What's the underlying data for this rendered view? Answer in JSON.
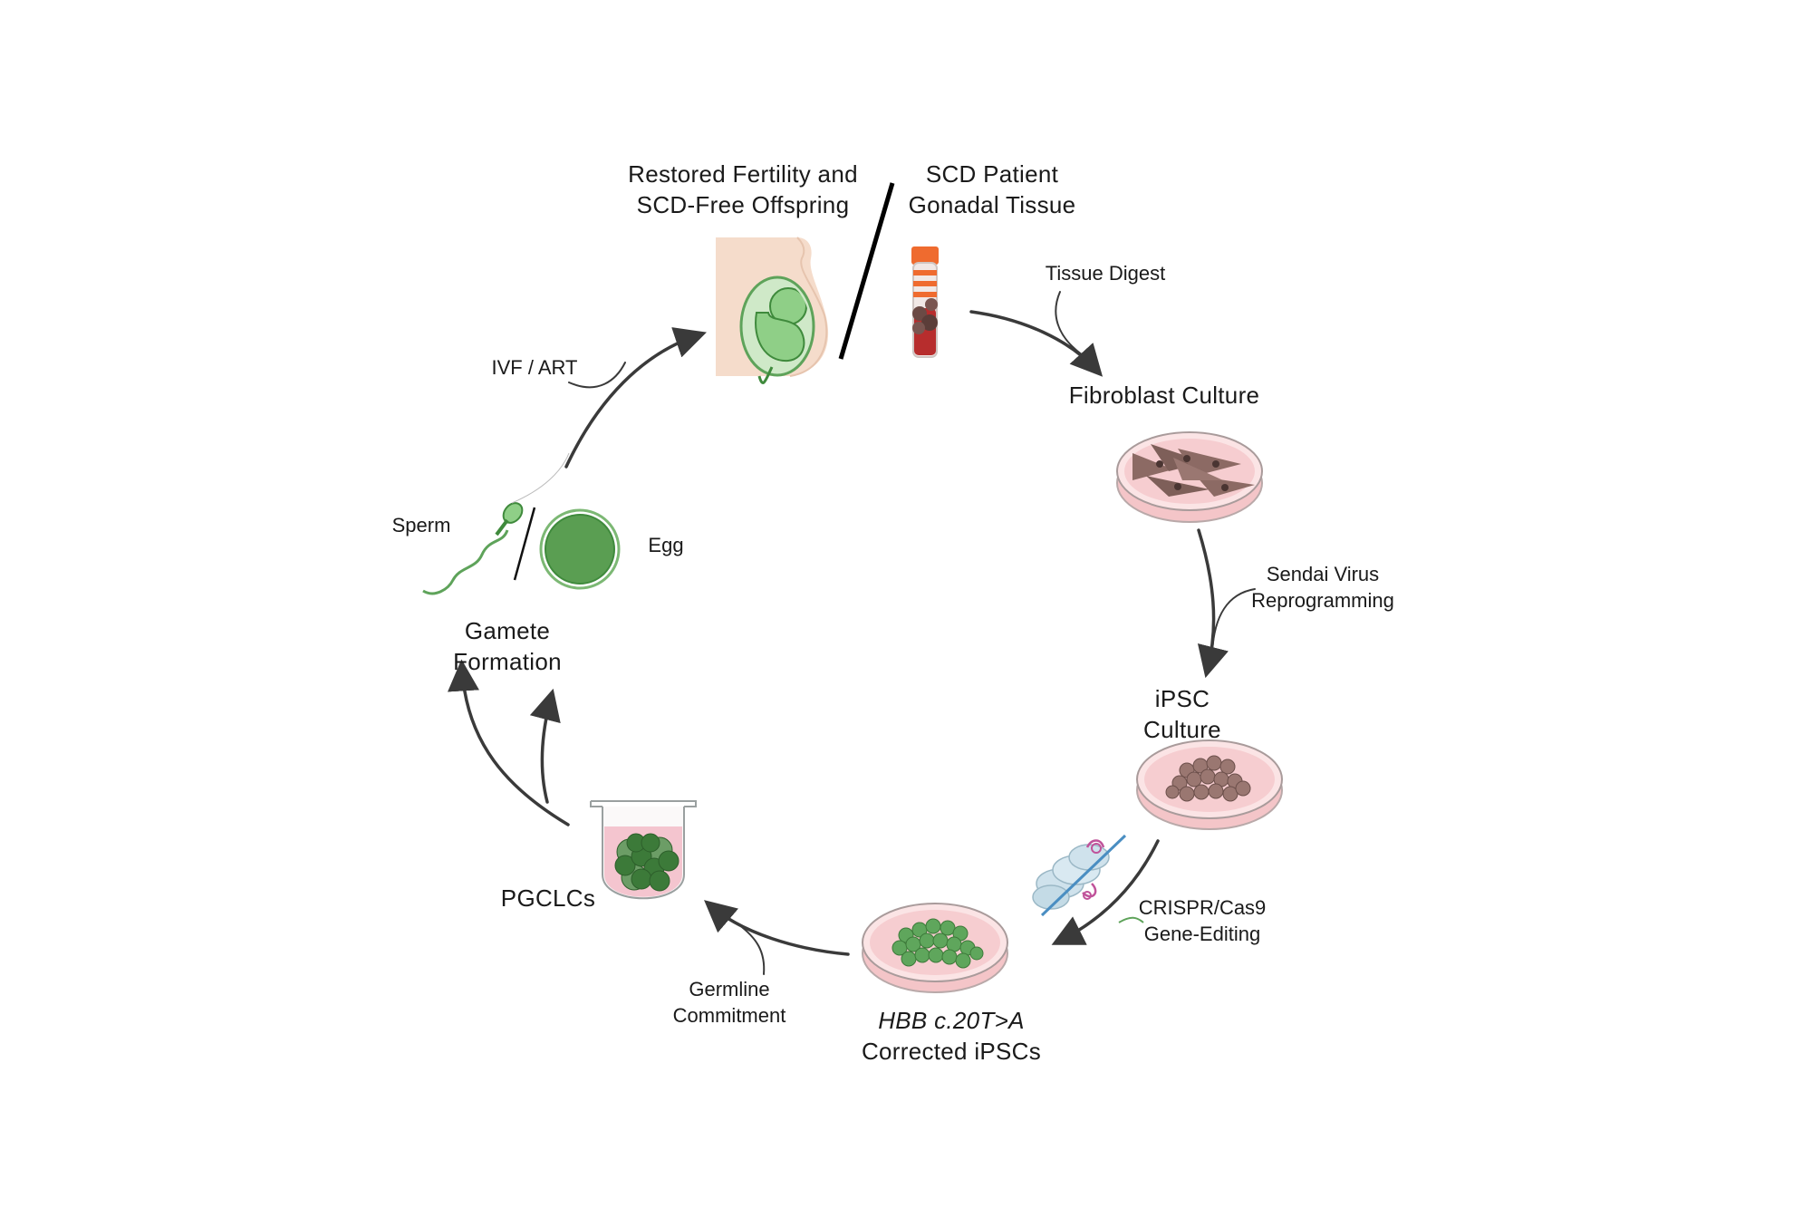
{
  "nodes": {
    "restored_fertility": {
      "line1": "Restored Fertility and",
      "line2": "SCD-Free Offspring"
    },
    "scd_patient": {
      "line1": "SCD Patient",
      "line2": "Gonadal Tissue"
    },
    "fibroblast": {
      "line1": "Fibroblast Culture"
    },
    "ipsc": {
      "line1": "iPSC",
      "line2": "Culture"
    },
    "corrected": {
      "line1": "HBB c.20T>A",
      "line2": "Corrected iPSCs"
    },
    "pgclcs": {
      "line1": "PGCLCs"
    },
    "gamete": {
      "line1": "Gamete",
      "line2": "Formation"
    },
    "sperm": {
      "line1": "Sperm"
    },
    "egg": {
      "line1": "Egg"
    }
  },
  "steps": {
    "tissue_digest": {
      "line1": "Tissue Digest"
    },
    "sendai": {
      "line1": "Sendai Virus",
      "line2": "Reprogramming"
    },
    "crispr": {
      "line1": "CRISPR/Cas9",
      "line2": "Gene-Editing"
    },
    "germline": {
      "line1": "Germline",
      "line2": "Commitment"
    },
    "ivf": {
      "line1": "IVF / ART"
    }
  },
  "colors": {
    "arrow": "#3a3a3a",
    "dish_medium": "#f4c5c8",
    "fibroblast_cells": "#8c6a64",
    "edited_cells": "#5fa65c",
    "egg": "#5a9e52",
    "skin": "#f5dccb"
  }
}
